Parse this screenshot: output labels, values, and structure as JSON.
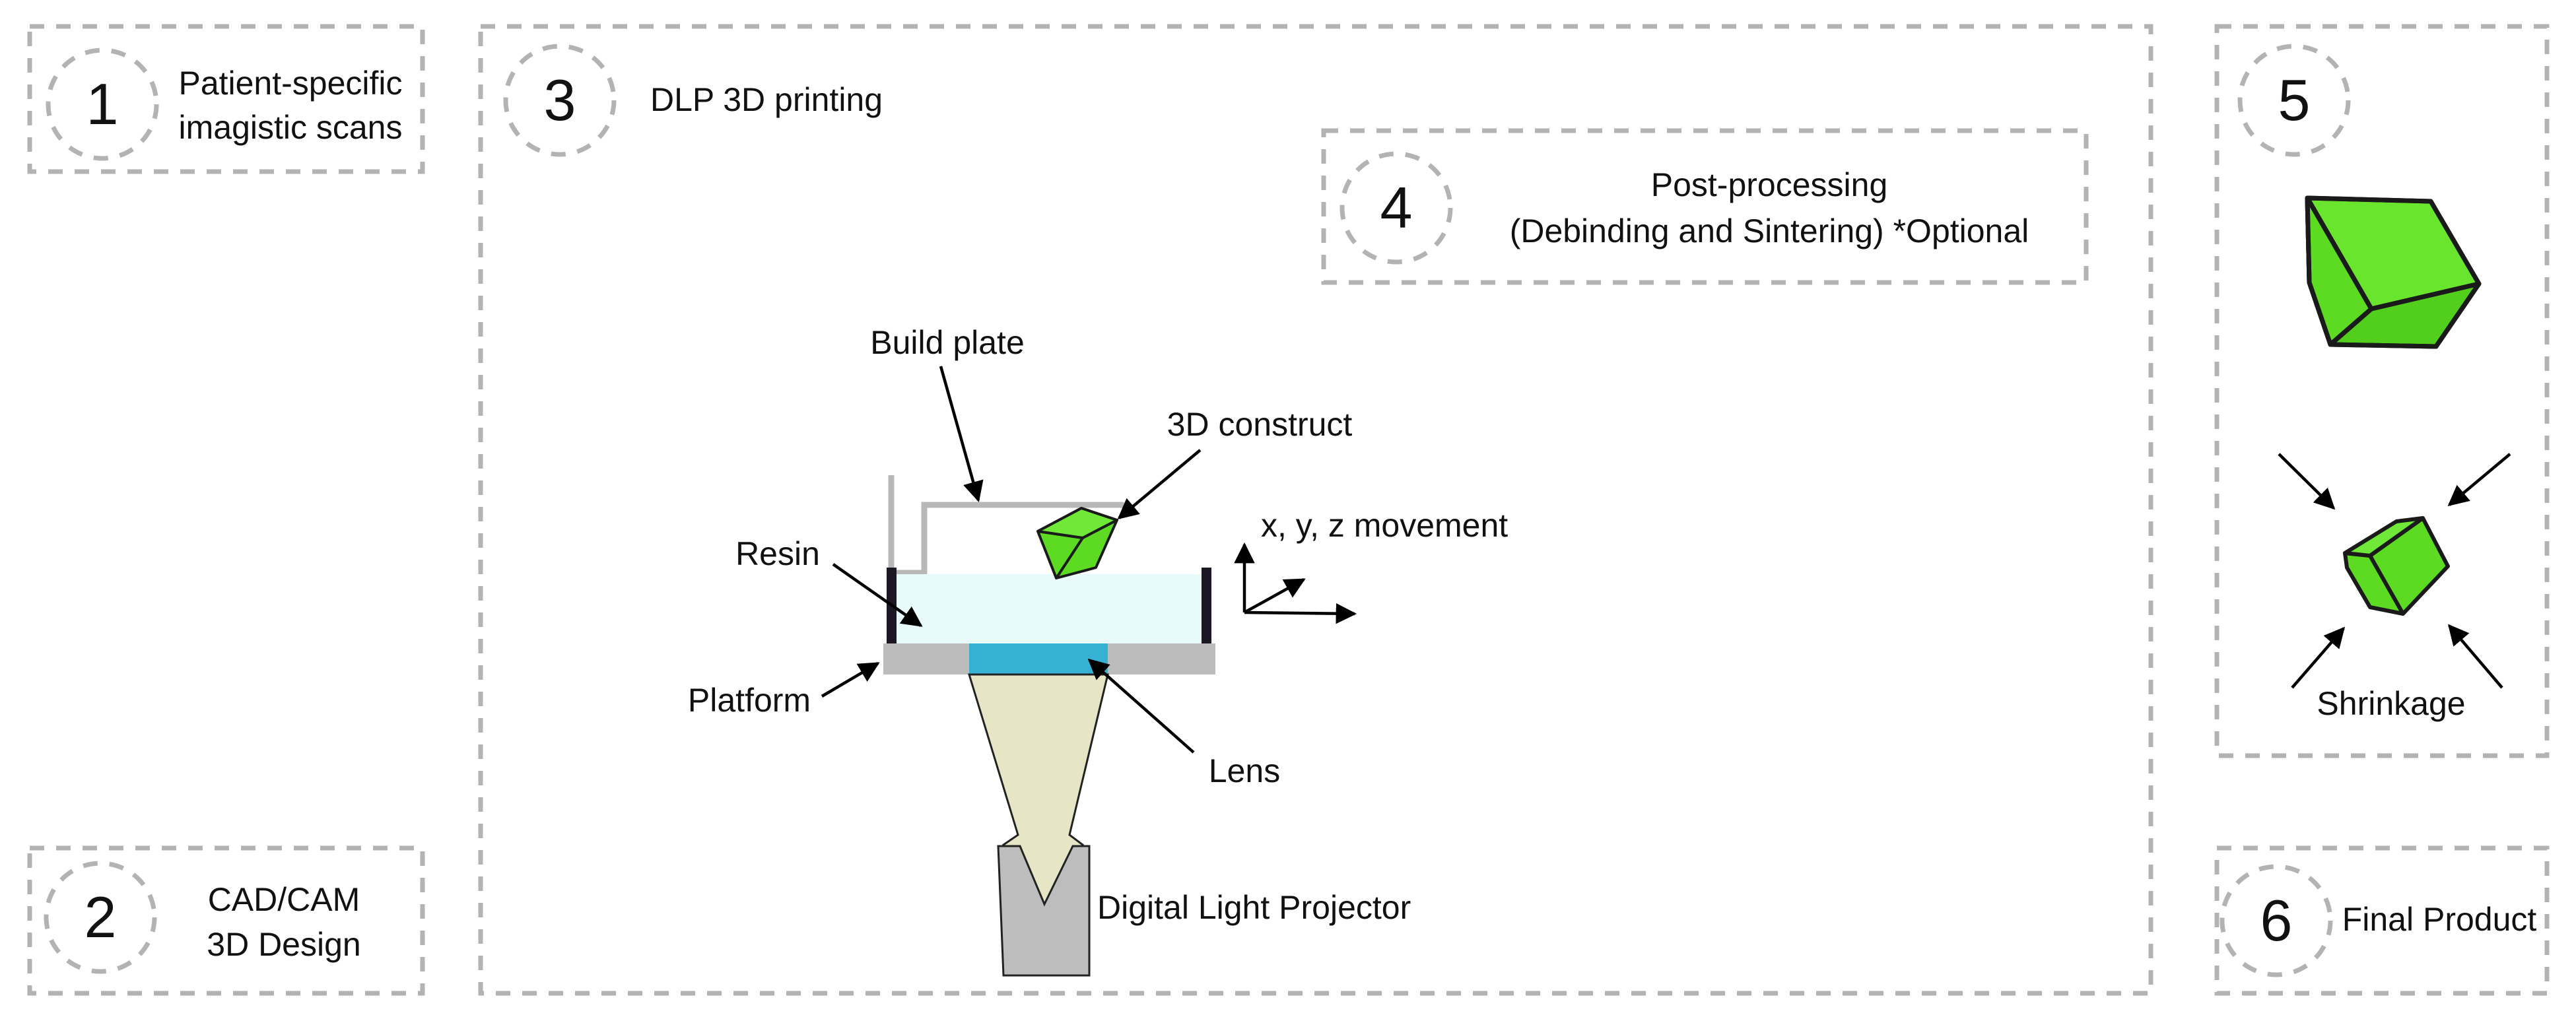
{
  "colors": {
    "dashed_border": "#b3b3b3",
    "cube_green": "#5cdb22",
    "resin": "#e9fafa",
    "lens": "#35b1d4",
    "platform": "#bcbcbc",
    "light_beam": "#e6e6c7",
    "projector": "#bdbdbd"
  },
  "steps": [
    {
      "number": "1",
      "label_lines": [
        "Patient-specific",
        "imagistic scans"
      ]
    },
    {
      "number": "2",
      "label_lines": [
        "CAD/CAM",
        "3D Design"
      ]
    },
    {
      "number": "3",
      "label_lines": [
        "DLP 3D printing"
      ]
    },
    {
      "number": "4",
      "label_lines": [
        "Post-processing",
        "(Debinding and Sintering) *Optional"
      ]
    },
    {
      "number": "5",
      "label_lines": []
    },
    {
      "number": "6",
      "label_lines": [
        "Final Product"
      ]
    }
  ],
  "printer": {
    "build_plate": "Build plate",
    "construct": "3D construct",
    "movement": "x, y, z movement",
    "resin": "Resin",
    "platform": "Platform",
    "lens": "Lens",
    "projector": "Digital Light Projector"
  },
  "shrinkage": {
    "label": "Shrinkage"
  },
  "icons": [
    "cube-icon",
    "axes-icon",
    "arrow-icon"
  ]
}
